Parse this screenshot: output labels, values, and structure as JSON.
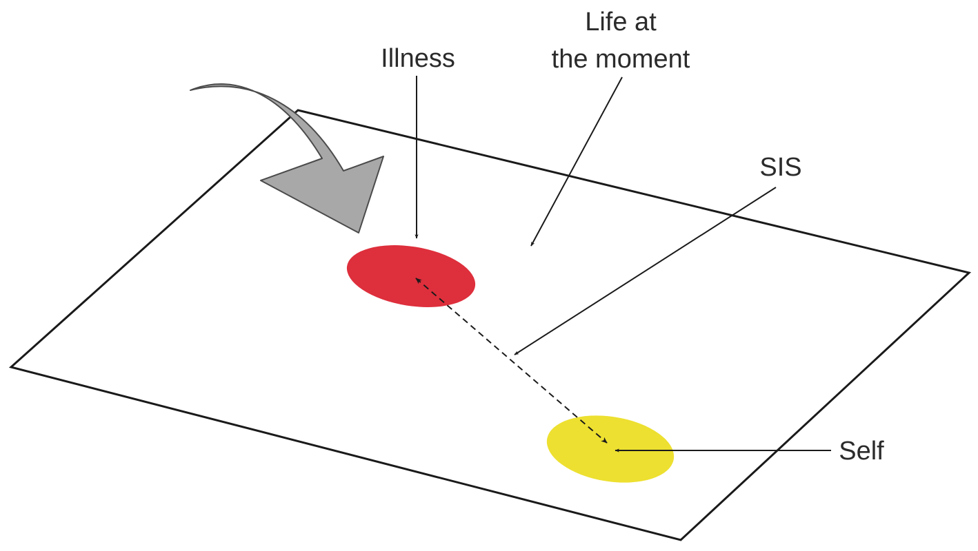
{
  "labels": {
    "illness": "Illness",
    "life_line1": "Life at",
    "life_line2": "the moment",
    "sis": "SIS",
    "self": "Self"
  },
  "colors": {
    "plane_stroke": "#1a1a1a",
    "plane_fill": "#ffffff",
    "illness_fill": "#de2f3c",
    "self_fill": "#ede030",
    "big_arrow_fill": "#a8a8a8",
    "big_arrow_stroke": "#4a4a4a",
    "pointer_color": "#1a1a1a"
  }
}
